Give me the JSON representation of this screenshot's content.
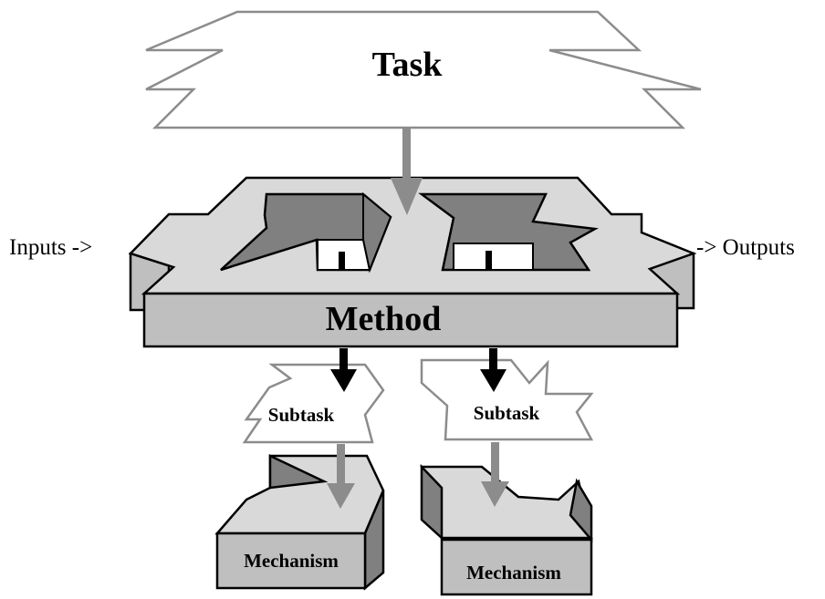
{
  "diagram": {
    "task_label": "Task",
    "method_label": "Method",
    "inputs_label": "Inputs ->",
    "outputs_label": "-> Outputs",
    "subtasks": [
      {
        "label": "Subtask"
      },
      {
        "label": "Subtask"
      }
    ],
    "mechanisms": [
      {
        "label": "Mechanism"
      },
      {
        "label": "Mechanism"
      }
    ]
  },
  "colors": {
    "outline": "#000000",
    "task_outline": "#8c8c8c",
    "light_gray": "#d9d9d9",
    "mid_gray": "#bfbfbf",
    "dark_gray": "#808080",
    "arrow_gray": "#8c8c8c",
    "arrow_black": "#000000",
    "white": "#ffffff"
  }
}
